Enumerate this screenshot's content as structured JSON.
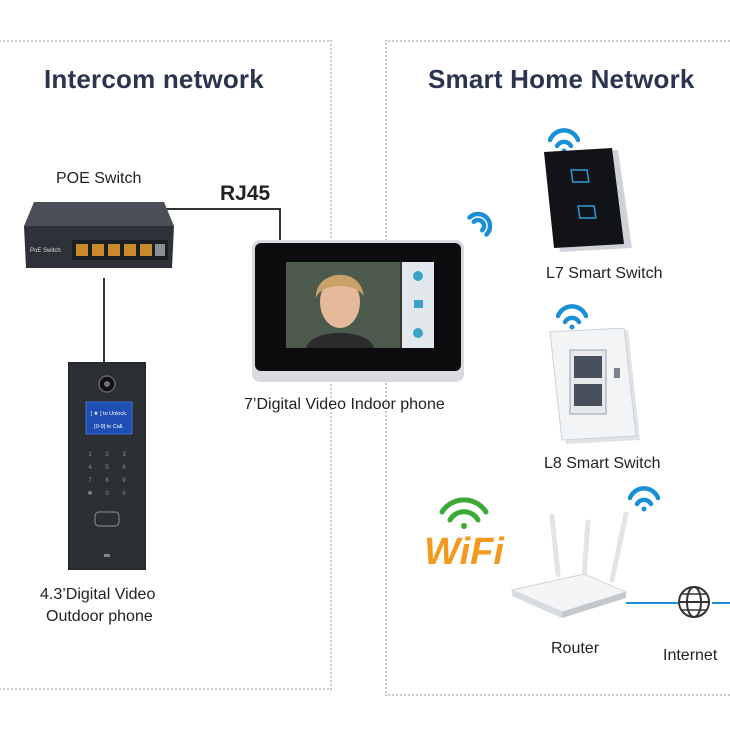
{
  "intercom": {
    "heading": "Intercom network",
    "poe_switch_label": "POE Switch",
    "poe_switch_device_text": "PoE Switch",
    "rj45_label": "RJ45",
    "indoor_label": "7’Digital Video Indoor phone",
    "outdoor_label_line1": "4.3’Digital Video",
    "outdoor_label_line2": "Outdoor phone",
    "outdoor_screen_line1": "[ ★ ] to Unlock.",
    "outdoor_screen_line2": "[0-9] to Call.",
    "keypad_keys": [
      "1",
      "2",
      "3",
      "4",
      "5",
      "6",
      "7",
      "8",
      "9",
      "✱",
      "0",
      "#"
    ]
  },
  "smart_home": {
    "heading": "Smart Home Network",
    "l7_label": "L7 Smart Switch",
    "l8_label": "L8 Smart Switch",
    "wifi_logo_text": "WiFi",
    "router_label": "Router",
    "internet_label": "Internet"
  },
  "colors": {
    "heading": "#2b3550",
    "wifi_blue": "#1b8fd6",
    "wifi_green": "#3aa935",
    "wifi_orange": "#f39a1e",
    "line_blue": "#1b8fd6"
  }
}
